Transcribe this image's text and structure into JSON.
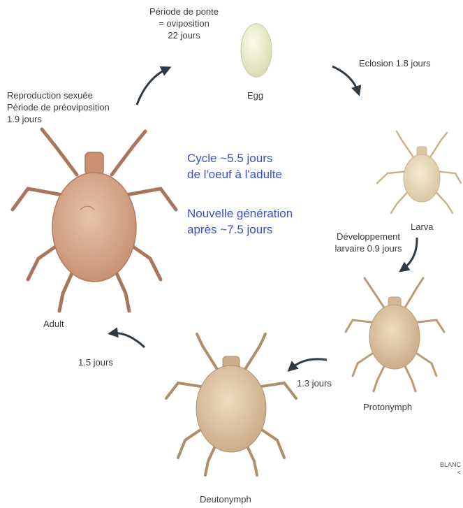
{
  "labels": {
    "ponte": [
      "Période de ponte",
      "= oviposition",
      "22 jours"
    ],
    "egg": "Egg",
    "eclosion": "Eclosion 1.8 jours",
    "repro": [
      "Reproduction sexuée",
      "Période de préoviposition",
      "1.9 jours"
    ],
    "larva": "Larva",
    "dev_larvaire": [
      "Développement",
      "larvaire 0.9 jours"
    ],
    "adult": "Adult",
    "t_adult": "1.5 jours",
    "t_deuto": "1.3 jours",
    "protonymph": "Protonymph",
    "deutonymph": "Deutonymph",
    "blanc": "BLANC",
    "blanc_mark": "<"
  },
  "summary": {
    "cycle": [
      "Cycle  ~5.5 jours",
      "de l'oeuf à l'adulte"
    ],
    "generation": [
      "Nouvelle génération",
      "après ~7.5 jours"
    ]
  },
  "stages": [
    {
      "name": "egg-illustration"
    },
    {
      "name": "larva-illustration"
    },
    {
      "name": "protonymph-illustration"
    },
    {
      "name": "deutonymph-illustration"
    },
    {
      "name": "adult-illustration"
    }
  ],
  "colors": {
    "text": "#3b3b3b",
    "accent_blue": "#3a4fd0",
    "egg": "#eef0d0",
    "adult_body": "#d9a98a",
    "nymph_body": "#d9c09f",
    "larva_body": "#e6d7b9",
    "arrow": "#2e3a44"
  }
}
